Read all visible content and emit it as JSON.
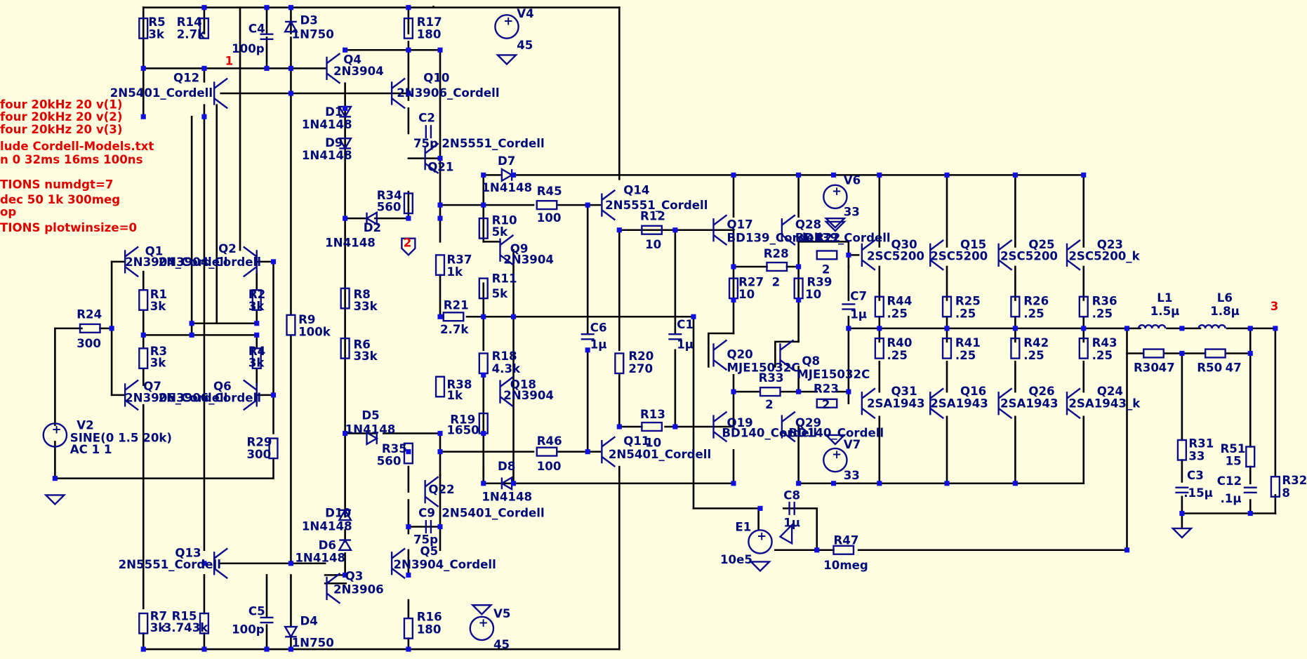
{
  "directives": [
    "four 20kHz 20 v(1)",
    "four 20kHz 20 v(2)",
    "four 20kHz 20 v(3)",
    "lude Cordell-Models.txt",
    "n 0 32ms 16ms 100ns",
    "TIONS numdgt=7",
    " dec 50 1k 300meg",
    "op",
    "TIONS plotwinsize=0"
  ],
  "nets": [
    "1",
    "2",
    "3"
  ],
  "components": [
    {
      "name": "R5",
      "value": "3k"
    },
    {
      "name": "R14",
      "value": "2.7k"
    },
    {
      "name": "C4",
      "value": "100p"
    },
    {
      "name": "D3",
      "value": "1N750"
    },
    {
      "name": "R17",
      "value": "180"
    },
    {
      "name": "V4",
      "value": "45"
    },
    {
      "name": "Q12",
      "value": "2N5401_Cordell"
    },
    {
      "name": "Q4",
      "value": "2N3904"
    },
    {
      "name": "Q10",
      "value": "2N3906_Cordell"
    },
    {
      "name": "D1",
      "value": "1N4148"
    },
    {
      "name": "D9",
      "value": "1N4148"
    },
    {
      "name": "C2",
      "value": "75p"
    },
    {
      "name": "Q21",
      "value": "2N5551_Cordell"
    },
    {
      "name": "D7",
      "value": "1N4148"
    },
    {
      "name": "R34",
      "value": "560"
    },
    {
      "name": "D2",
      "value": "1N4148"
    },
    {
      "name": "R45",
      "value": "100"
    },
    {
      "name": "Q14",
      "value": "2N5551_Cordell"
    },
    {
      "name": "R10",
      "value": "5k"
    },
    {
      "name": "R12",
      "value": "10"
    },
    {
      "name": "Q17",
      "value": "BD139_Cordell"
    },
    {
      "name": "Q28",
      "value": "BD139_Cordell"
    },
    {
      "name": "V6",
      "value": "33"
    },
    {
      "name": "Q1",
      "value": "2N3904_Cordell"
    },
    {
      "name": "Q2",
      "value": "2N3904_Cordell"
    },
    {
      "name": "Q9",
      "value": "2N3904"
    },
    {
      "name": "R11",
      "value": "5k"
    },
    {
      "name": "R37",
      "value": "1k"
    },
    {
      "name": "R28",
      "value": "2"
    },
    {
      "name": "R22",
      "value": "2"
    },
    {
      "name": "Q30",
      "value": "2SC5200"
    },
    {
      "name": "Q15",
      "value": "2SC5200"
    },
    {
      "name": "Q25",
      "value": "2SC5200"
    },
    {
      "name": "Q23",
      "value": "2SC5200_k"
    },
    {
      "name": "R1",
      "value": "3k"
    },
    {
      "name": "R2",
      "value": "3k"
    },
    {
      "name": "R24",
      "value": "300"
    },
    {
      "name": "R8",
      "value": "33k"
    },
    {
      "name": "R27",
      "value": "10"
    },
    {
      "name": "R39",
      "value": "10"
    },
    {
      "name": "C7",
      "value": "1µ"
    },
    {
      "name": "R44",
      "value": ".25"
    },
    {
      "name": "R25",
      "value": ".25"
    },
    {
      "name": "R26",
      "value": ".25"
    },
    {
      "name": "R36",
      "value": ".25"
    },
    {
      "name": "L1",
      "value": "1.5µ"
    },
    {
      "name": "L6",
      "value": "1.8µ"
    },
    {
      "name": "R9",
      "value": "100k"
    },
    {
      "name": "R21",
      "value": "2.7k"
    },
    {
      "name": "C6",
      "value": "1µ"
    },
    {
      "name": "C1",
      "value": "1µ"
    },
    {
      "name": "R3",
      "value": "3k"
    },
    {
      "name": "R4",
      "value": "3k"
    },
    {
      "name": "R6",
      "value": "33k"
    },
    {
      "name": "R18",
      "value": "4.3k"
    },
    {
      "name": "R20",
      "value": "270"
    },
    {
      "name": "Q20",
      "value": "MJE15032C"
    },
    {
      "name": "Q8",
      "value": "MJE15032C"
    },
    {
      "name": "R40",
      "value": ".25"
    },
    {
      "name": "R41",
      "value": ".25"
    },
    {
      "name": "R42",
      "value": ".25"
    },
    {
      "name": "R43",
      "value": ".25"
    },
    {
      "name": "R30",
      "value": "47"
    },
    {
      "name": "R50",
      "value": "47"
    },
    {
      "name": "Q7",
      "value": "2N3906_Cordell"
    },
    {
      "name": "Q6",
      "value": "2N3906_Cordell"
    },
    {
      "name": "Q18",
      "value": "2N3904"
    },
    {
      "name": "R33",
      "value": "2"
    },
    {
      "name": "R23",
      "value": "2"
    },
    {
      "name": "Q31",
      "value": "2SA1943"
    },
    {
      "name": "Q16",
      "value": "2SA1943"
    },
    {
      "name": "Q26",
      "value": "2SA1943"
    },
    {
      "name": "Q24",
      "value": "2SA1943_k"
    },
    {
      "name": "V2",
      "value": "SINE(0 1.5 20k)"
    },
    {
      "name": "R29",
      "value": "300"
    },
    {
      "name": "D5",
      "value": "1N4148"
    },
    {
      "name": "R38",
      "value": "1k"
    },
    {
      "name": "R19",
      "value": "1650"
    },
    {
      "name": "R13",
      "value": "10"
    },
    {
      "name": "Q19",
      "value": "BD140_Cordell"
    },
    {
      "name": "Q29",
      "value": "BD140_Cordell"
    },
    {
      "name": "R35",
      "value": "560"
    },
    {
      "name": "R46",
      "value": "100"
    },
    {
      "name": "Q11",
      "value": "2N5401_Cordell"
    },
    {
      "name": "V7",
      "value": "33"
    },
    {
      "name": "D8",
      "value": "1N4148"
    },
    {
      "name": "R31",
      "value": "33"
    },
    {
      "name": "R51",
      "value": "15"
    },
    {
      "name": "R32",
      "value": "8"
    },
    {
      "name": "Q22",
      "value": "2N5401_Cordell"
    },
    {
      "name": "D10",
      "value": "1N4148"
    },
    {
      "name": "C9",
      "value": "75p"
    },
    {
      "name": "C8",
      "value": "1µ"
    },
    {
      "name": "C3",
      "value": ".15µ"
    },
    {
      "name": "C12",
      "value": ".1µ"
    },
    {
      "name": "D6",
      "value": "1N4148"
    },
    {
      "name": "Q13",
      "value": "2N5551_Cordell"
    },
    {
      "name": "Q5",
      "value": "2N3904_Cordell"
    },
    {
      "name": "E1",
      "value": "10e5"
    },
    {
      "name": "R47",
      "value": "10meg"
    },
    {
      "name": "Q3",
      "value": "2N3906"
    },
    {
      "name": "C5",
      "value": "100p"
    },
    {
      "name": "D4",
      "value": "1N750"
    },
    {
      "name": "R7",
      "value": "3k"
    },
    {
      "name": "R15",
      "value": "3.743k"
    },
    {
      "name": "R16",
      "value": "180"
    },
    {
      "name": "V5",
      "value": "45"
    }
  ],
  "v2_ac": "AC 1 1"
}
